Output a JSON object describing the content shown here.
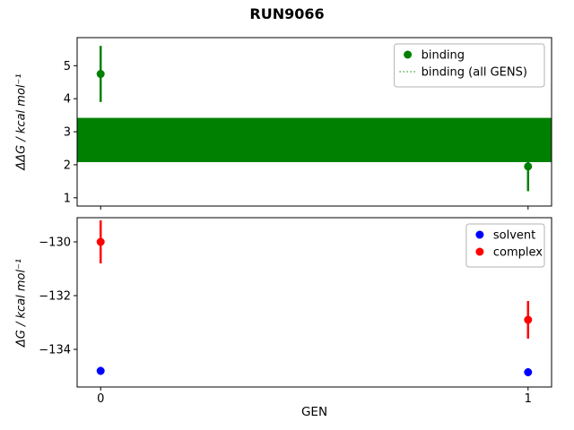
{
  "figure": {
    "title": "RUN9066",
    "xlabel": "GEN",
    "background": "#ffffff"
  },
  "chart_data": [
    {
      "type": "scatter",
      "ylabel": "ΔΔG / kcal mol⁻¹",
      "xlim": [
        -0.055,
        1.055
      ],
      "ylim": [
        0.75,
        5.85
      ],
      "xticks": [
        0,
        1
      ],
      "yticks": [
        1,
        2,
        3,
        4,
        5
      ],
      "grid": false,
      "legend_position": "upper right",
      "series": [
        {
          "name": "binding",
          "color": "#008000",
          "marker": "circle",
          "x": [
            0,
            1
          ],
          "y": [
            4.75,
            1.95
          ],
          "yerr": [
            0.85,
            0.75
          ]
        }
      ],
      "bands": [
        {
          "name": "binding (all GENS)",
          "color": "#008000",
          "ymin": 2.08,
          "ymax": 3.42,
          "legend_style": "dotted-line"
        }
      ]
    },
    {
      "type": "scatter",
      "ylabel": "ΔG / kcal mol⁻¹",
      "xlim": [
        -0.055,
        1.055
      ],
      "ylim": [
        -135.4,
        -129.1
      ],
      "xticks": [
        0,
        1
      ],
      "yticks": [
        -130,
        -132,
        -134
      ],
      "grid": false,
      "legend_position": "upper right",
      "series": [
        {
          "name": "solvent",
          "color": "#0000ff",
          "marker": "circle",
          "x": [
            0,
            1
          ],
          "y": [
            -134.8,
            -134.85
          ],
          "yerr": [
            0.15,
            0.15
          ]
        },
        {
          "name": "complex",
          "color": "#ff0000",
          "marker": "circle",
          "x": [
            0,
            1
          ],
          "y": [
            -130.0,
            -132.9
          ],
          "yerr": [
            0.8,
            0.7
          ]
        }
      ]
    }
  ]
}
